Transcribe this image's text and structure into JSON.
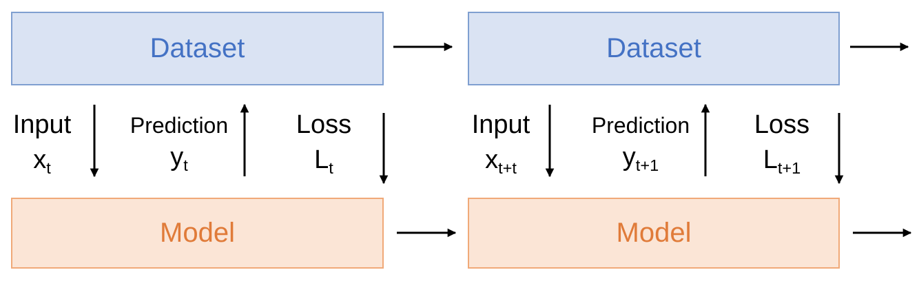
{
  "steps": [
    {
      "dataset_label": "Dataset",
      "model_label": "Model",
      "input": {
        "name": "Input",
        "sym": "x",
        "sub": "t"
      },
      "prediction": {
        "name": "Prediction",
        "sym": "y",
        "sub": "t"
      },
      "loss": {
        "name": "Loss",
        "sym": "L",
        "sub": "t"
      }
    },
    {
      "dataset_label": "Dataset",
      "model_label": "Model",
      "input": {
        "name": "Input",
        "sym": "x",
        "sub": "t+t"
      },
      "prediction": {
        "name": "Prediction",
        "sym": "y",
        "sub": "t+1"
      },
      "loss": {
        "name": "Loss",
        "sym": "L",
        "sub": "t+1"
      }
    }
  ],
  "colors": {
    "dataset_fill": "#dae3f3",
    "dataset_border": "#7f9fd0",
    "dataset_text": "#4472c4",
    "model_fill": "#fbe5d6",
    "model_border": "#f0a978",
    "model_text": "#e07b39",
    "arrow": "#000000"
  }
}
